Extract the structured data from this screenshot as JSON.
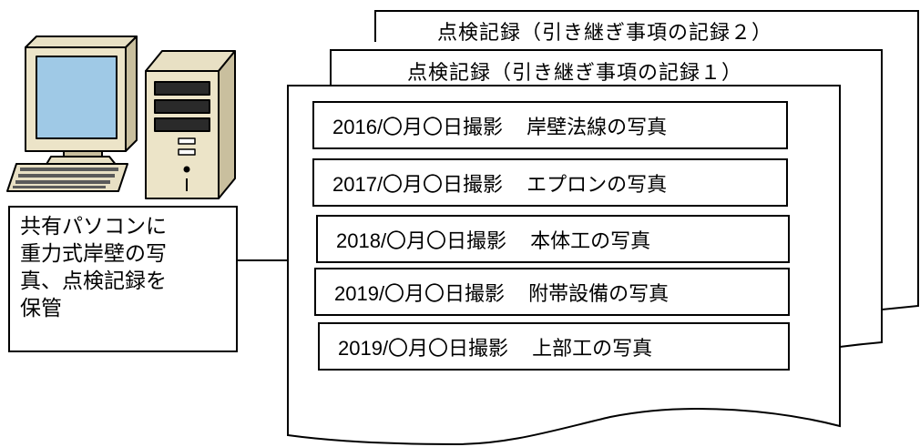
{
  "sheets": [
    {
      "title": "点検記録（引き継ぎ事項の記録２）"
    },
    {
      "title": "点検記録（引き継ぎ事項の記録１）"
    }
  ],
  "note": {
    "lines": [
      "共有パソコンに",
      "重力式岸壁の写",
      "真、点検記録を",
      "保管"
    ]
  },
  "photos": [
    {
      "date": "2016/〇月〇日撮影",
      "caption": "岸壁法線の写真"
    },
    {
      "date": "2017/〇月〇日撮影",
      "caption": "エプロンの写真"
    },
    {
      "date": "2018/〇月〇日撮影",
      "caption": "本体工の写真"
    },
    {
      "date": "2019/〇月〇日撮影",
      "caption": "附帯設備の写真"
    },
    {
      "date": "2019/〇月〇日撮影",
      "caption": "上部工の写真"
    }
  ]
}
